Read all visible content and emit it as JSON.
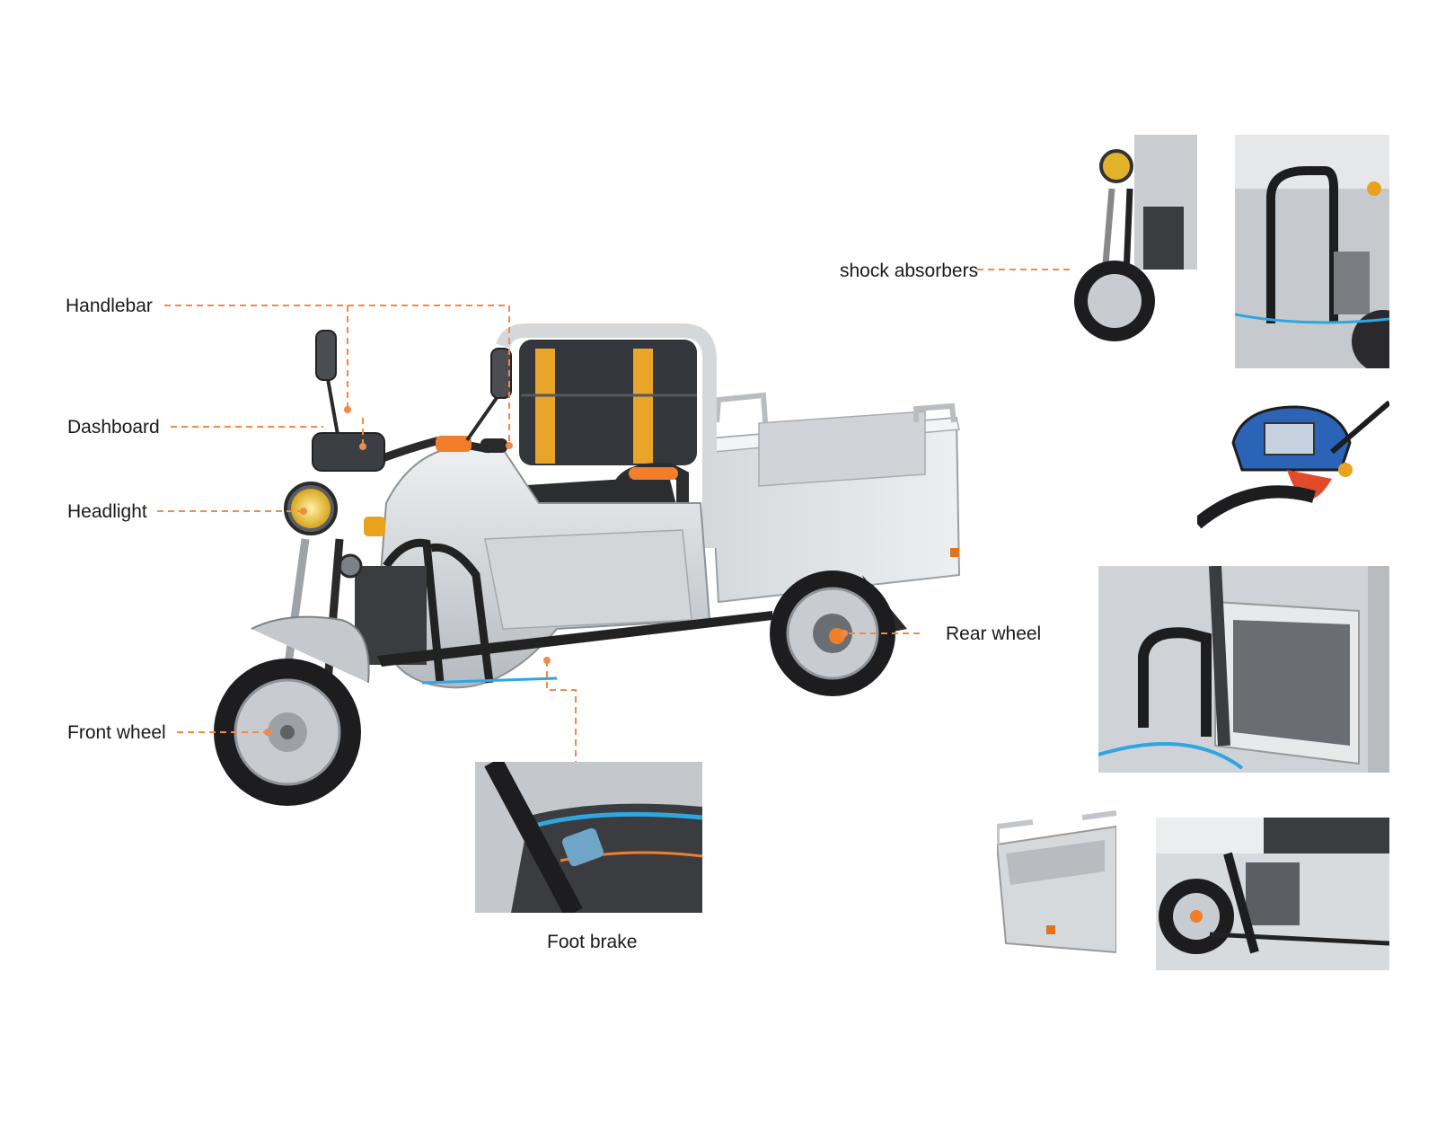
{
  "labels": {
    "handlebar": "Handlebar",
    "dashboard": "Dashboard",
    "headlight": "Headlight",
    "front_wheel": "Front wheel",
    "foot_brake": "Foot brake",
    "rear_wheel": "Rear wheel",
    "shock_absorbers": "shock absorbers"
  },
  "colors": {
    "leader_line": "#f08a4b",
    "body_silver": "#c9ccd0",
    "seat_black": "#2b2d31",
    "accent_orange": "#f07e2a",
    "accent_yellow": "#e8a52a",
    "floor_blue": "#2fa6e0",
    "tire_black": "#1d1d1f"
  }
}
